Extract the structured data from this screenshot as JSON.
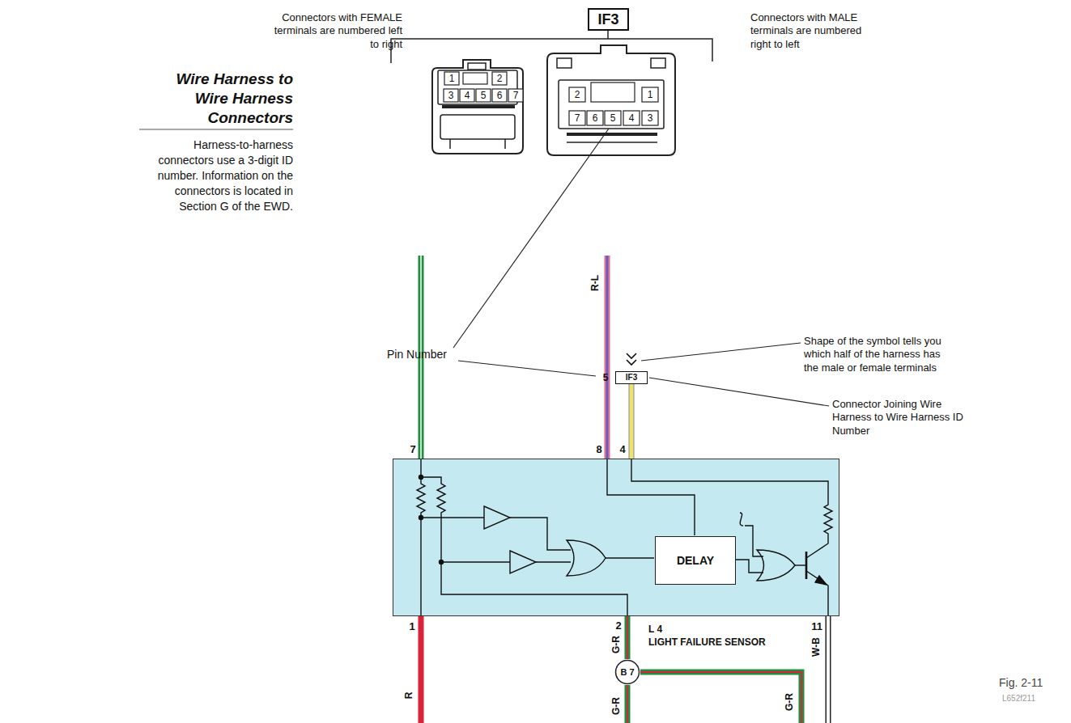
{
  "diagram": {
    "title": "Wire Harness to Wire Harness Connectors",
    "caption": "Fig. 2-11",
    "nodes": [
      {
        "text": [
          "IF3"
        ]
      },
      {
        "text": [
          "IF3"
        ]
      },
      {
        "text": [
          "L 4",
          "LIGHT FAILURE SENSOR"
        ]
      },
      {
        "text": [
          "DELAY"
        ],
        "in": 2
      },
      {
        "text": [
          "B 7"
        ]
      }
    ],
    "edges": [
      {
        "from": 2,
        "to": 1,
        "arrow": "none"
      },
      {
        "from": 2,
        "to": 4,
        "arrow": "none",
        "label": "G-R"
      }
    ],
    "labels": [
      "Harness-to-harness connectors use a 3-digit ID number. Information on the connectors is located in Section G of the EWD.",
      "Connectors with FEMALE terminals are numbered left to right",
      "Connectors with MALE terminals are numbered right to left",
      "1",
      "2",
      "3",
      "4",
      "5",
      "6",
      "7",
      "2",
      "1",
      "7",
      "6",
      "5",
      "4",
      "3",
      "Pin Number",
      "Shape of the symbol tells you which half of the harness has the male or female terminals",
      "Connector Joining Wire Harness to Wire Harness ID Number",
      "5",
      "R-L",
      "7",
      "8",
      "4",
      "1",
      "2",
      "11",
      "W-B",
      "G-R",
      "G-R",
      "R",
      "L652f211"
    ]
  }
}
